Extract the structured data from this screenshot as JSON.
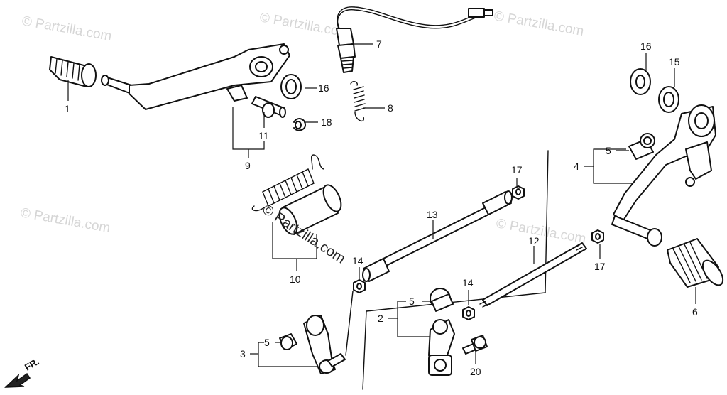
{
  "diagram": {
    "watermark": "© Partzilla.com",
    "center_watermark": "© Partzilla.com",
    "direction_label": "FR.",
    "callouts": {
      "c1": "1",
      "c2": "2",
      "c3": "3",
      "c4": "4",
      "c5a": "5",
      "c5b": "5",
      "c5c": "5",
      "c6": "6",
      "c7": "7",
      "c8": "8",
      "c9": "9",
      "c10": "10",
      "c11": "11",
      "c12": "12",
      "c13": "13",
      "c14a": "14",
      "c14b": "14",
      "c15": "15",
      "c16a": "16",
      "c16b": "16",
      "c17a": "17",
      "c17b": "17",
      "c18": "18",
      "c20": "20"
    }
  }
}
